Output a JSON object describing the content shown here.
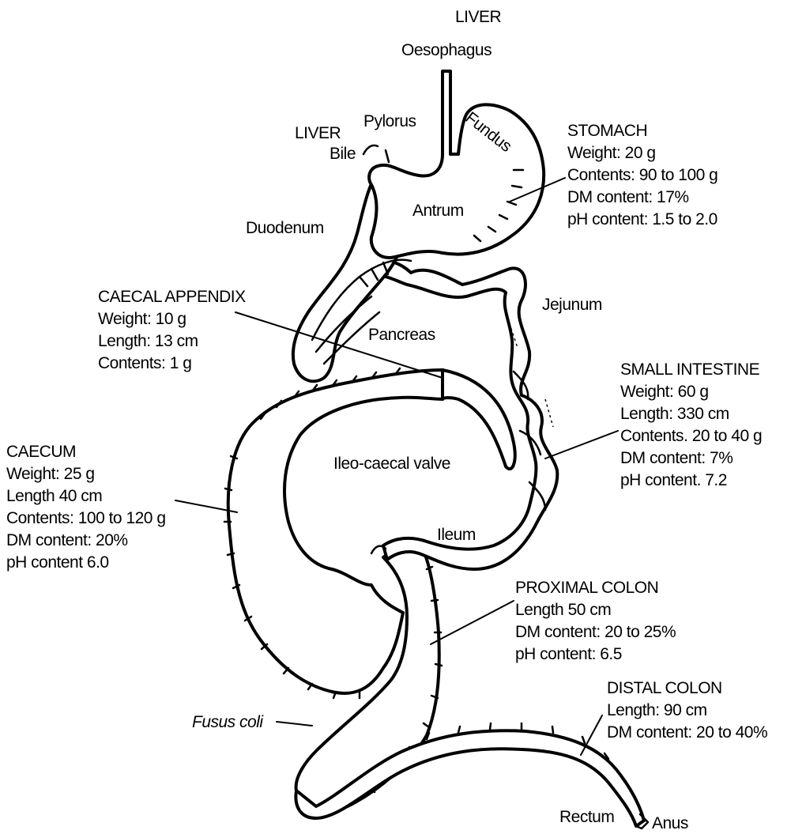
{
  "labels": {
    "liver_top": "LIVER",
    "oesophagus": "Oesophagus",
    "pylorus": "Pylorus",
    "fundus": "Fundus",
    "liver_left": "LIVER",
    "bile": "Bile",
    "antrum": "Antrum",
    "duodenum": "Duodenum",
    "jejunum": "Jejunum",
    "pancreas": "Pancreas",
    "ileo_caecal_valve": "Ileo-caecal valve",
    "ileum": "Ileum",
    "fusus_coli": "Fusus coli",
    "rectum": "Rectum",
    "anus": "Anus"
  },
  "blocks": {
    "stomach": [
      "STOMACH",
      "Weight: 20 g",
      "Contents: 90 to 100 g",
      "DM content: 17%",
      "pH content: 1.5 to 2.0"
    ],
    "caecal_appendix": [
      "CAECAL APPENDIX",
      "Weight: 10 g",
      "Length: 13 cm",
      "Contents: 1 g"
    ],
    "small_intestine": [
      "SMALL INTESTINE",
      "Weight: 60 g",
      "Length: 330 cm",
      "Contents. 20 to 40 g",
      "DM content: 7%",
      "pH content. 7.2"
    ],
    "caecum": [
      "CAECUM",
      "Weight: 25 g",
      "Length 40 cm",
      "Contents: 100 to 120 g",
      "DM content: 20%",
      "pH content 6.0"
    ],
    "proximal_colon": [
      "PROXIMAL COLON",
      "Length 50 cm",
      "DM content: 20 to 25%",
      "pH content: 6.5"
    ],
    "distal_colon": [
      "DISTAL COLON",
      "Length: 90 cm",
      "DM content: 20 to 40%"
    ]
  }
}
